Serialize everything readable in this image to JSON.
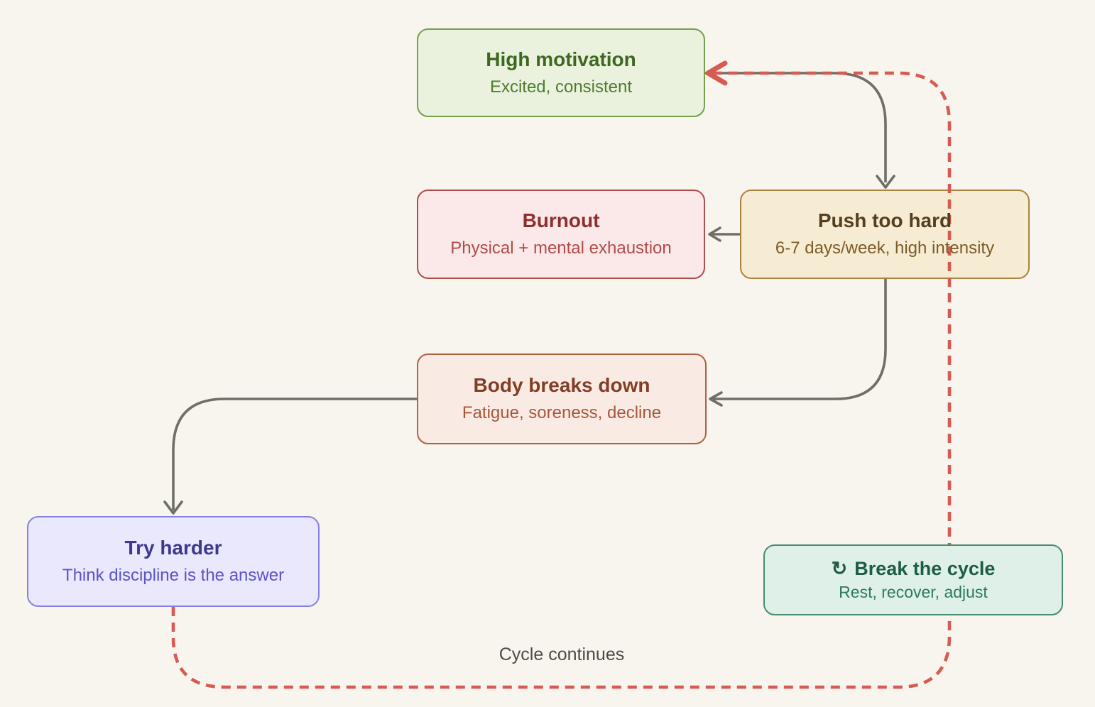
{
  "diagram": {
    "background": "#f8f5ee",
    "cycle_label": "Cycle continues",
    "nodes": [
      {
        "id": "high-motivation",
        "title": "High motivation",
        "subtitle": "Excited, consistent",
        "fill": "#eaf1dd",
        "border": "#72a04b",
        "title_color": "#3d6820",
        "subtitle_color": "#4d7d2e"
      },
      {
        "id": "burnout",
        "title": "Burnout",
        "subtitle": "Physical + mental exhaustion",
        "fill": "#fbe8e8",
        "border": "#b14d4d",
        "title_color": "#8e2f2f",
        "subtitle_color": "#b14a4a"
      },
      {
        "id": "push-too-hard",
        "title": "Push too hard",
        "subtitle": "6-7 days/week, high intensity",
        "fill": "#f6ecd4",
        "border": "#ab8340",
        "title_color": "#553f1d",
        "subtitle_color": "#7c5b26"
      },
      {
        "id": "body-breaks-down",
        "title": "Body breaks down",
        "subtitle": "Fatigue, soreness, decline",
        "fill": "#f9ebe4",
        "border": "#b16141",
        "title_color": "#823f25",
        "subtitle_color": "#a95739"
      },
      {
        "id": "try-harder",
        "title": "Try harder",
        "subtitle": "Think discipline is the answer",
        "fill": "#e9e8fc",
        "border": "#8781e1",
        "title_color": "#3f398d",
        "subtitle_color": "#5b53c9"
      },
      {
        "id": "break-the-cycle",
        "icon": "↻",
        "title": "Break the cycle",
        "subtitle": "Rest, recover, adjust",
        "fill": "#dff0e8",
        "border": "#478d6f",
        "title_color": "#1d5d45",
        "subtitle_color": "#2d7b5f"
      }
    ],
    "edges": [
      {
        "from": "high-motivation",
        "to": "push-too-hard",
        "style": "solid"
      },
      {
        "from": "push-too-hard",
        "to": "burnout",
        "style": "solid"
      },
      {
        "from": "push-too-hard",
        "to": "body-breaks-down",
        "style": "solid"
      },
      {
        "from": "body-breaks-down",
        "to": "try-harder",
        "style": "solid"
      },
      {
        "from": "try-harder",
        "to": "high-motivation",
        "style": "dashed",
        "label": "Cycle continues"
      }
    ],
    "colors": {
      "solid_edge": "#6f6f68",
      "dashed_edge": "#d65b52",
      "label_text": "#4b4b45"
    }
  }
}
